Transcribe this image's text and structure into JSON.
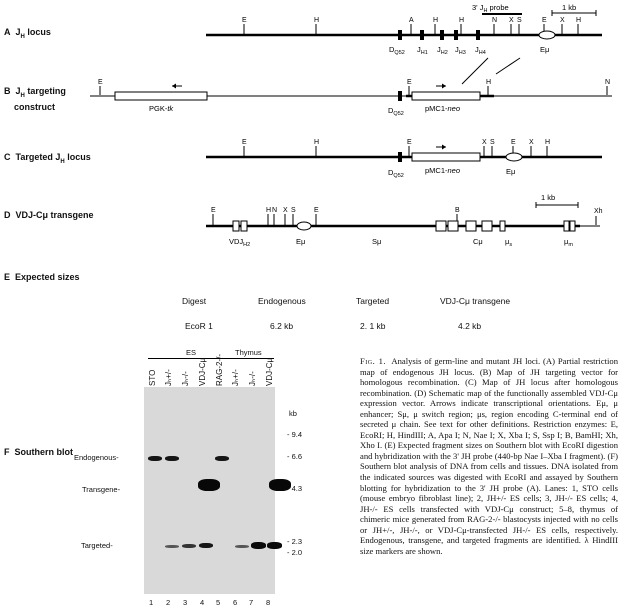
{
  "sections": {
    "A": {
      "letter": "A",
      "title": "J",
      "sub": "H",
      "rest": " locus"
    },
    "B": {
      "letter": "B",
      "l1": "J",
      "l1sub": "H",
      "l1rest": " targeting",
      "l2": "construct"
    },
    "C": {
      "letter": "C",
      "title": "Targeted J",
      "sub": "H",
      "rest": " locus"
    },
    "D": {
      "letter": "D",
      "title": "VDJ-Cμ transgene"
    },
    "E": {
      "letter": "E",
      "title": "Expected sizes"
    },
    "F": {
      "letter": "F",
      "title": "Southern blot"
    }
  },
  "mapA": {
    "probe": "3' J",
    "probe_sub": "H",
    "probe_rest": " probe",
    "scale": "1 kb",
    "sites": [
      "E",
      "H",
      "A",
      "H",
      "H",
      "N",
      "X",
      "S",
      "E",
      "X",
      "H"
    ],
    "dq52": "D",
    "dq52_sub": "Q52",
    "jh": [
      "1",
      "2",
      "3",
      "4"
    ],
    "emu": "Eμ"
  },
  "mapB": {
    "sites": [
      "E",
      "E",
      "H",
      "N"
    ],
    "pgk": "PGK-",
    "pgk_it": "tk",
    "neo": "pMC1-",
    "neo_it": "neo",
    "dq52": "D",
    "dq52_sub": "Q52"
  },
  "mapC": {
    "sites": [
      "E",
      "H",
      "E",
      "X",
      "S",
      "E",
      "X",
      "H"
    ],
    "neo": "pMC1-",
    "neo_it": "neo",
    "dq52": "D",
    "dq52_sub": "Q52",
    "emu": "Eμ"
  },
  "mapD": {
    "sites": [
      "E",
      "H",
      "N",
      "X",
      "S",
      "E",
      "B",
      "Xh"
    ],
    "scale": "1 kb",
    "vdj": "VDJ",
    "vdj_sub": "H2",
    "emu": "Eμ",
    "smu": "Sμ",
    "cmu": "Cμ",
    "mus": "μ",
    "mus_sub": "s",
    "mum": "μ",
    "mum_sub": "m"
  },
  "expected": {
    "headers": [
      "Digest",
      "Endogenous",
      "Targeted",
      "VDJ-Cμ transgene"
    ],
    "row": [
      "EcoR 1",
      "6.2 kb",
      "2. 1 kb",
      "4.2 kb"
    ]
  },
  "blot": {
    "groups": [
      "ES",
      "Thymus"
    ],
    "lanes": [
      "STO",
      "Jₕ+/-",
      "Jₕ-/-",
      "VDJ-Cμ",
      "RAG-2-/-",
      "Jₕ+/-",
      "Jₕ-/-",
      "VDJ-Cμ"
    ],
    "lane_numbers": [
      "1",
      "2",
      "3",
      "4",
      "5",
      "6",
      "7",
      "8"
    ],
    "kb_label": "kb",
    "markers": [
      "9.4",
      "6.6",
      "4.3",
      "2.3",
      "2.0"
    ],
    "band_labels": [
      "Endogenous",
      "Transgene",
      "Targeted"
    ]
  },
  "caption": {
    "fig": "Fig. 1.",
    "text": "Analysis of germ-line and mutant JH loci. (A) Partial restriction map of endogenous JH locus. (B) Map of JH targeting vector for homologous recombination. (C) Map of JH locus after homologous recombination. (D) Schematic map of the functionally assembled VDJ-Cμ expression vector. Arrows indicate transcriptional orientations. Eμ, μ enhancer; Sμ, μ switch region; μs, region encoding C-terminal end of secreted μ chain. See text for other definitions. Restriction enzymes: E, EcoRI; H, HindIII; A, Apa I; N, Nae I; X, Xba I; S, Ssp I; B, BamHI; Xh, Xho I. (E) Expected fragment sizes on Southern blot with EcoRI digestion and hybridization with the 3' JH probe (440-bp Nae I–Xba I fragment). (F) Southern blot analysis of DNA from cells and tissues. DNA isolated from the indicated sources was digested with EcoRI and assayed by Southern blotting for hybridization to the 3' JH probe (A). Lanes: 1, STO cells (mouse embryo fibroblast line); 2, JH+/- ES cells; 3, JH-/- ES cells; 4, JH-/- ES cells transfected with VDJ-Cμ construct; 5–8, thymus of chimeric mice generated from RAG-2-/- blastocysts injected with no cells or JH+/-, JH-/-, or VDJ-Cμ-transfected JH-/- ES cells, respectively. Endogenous, transgene, and targeted fragments are identified. λ HindIII size markers are shown."
  }
}
